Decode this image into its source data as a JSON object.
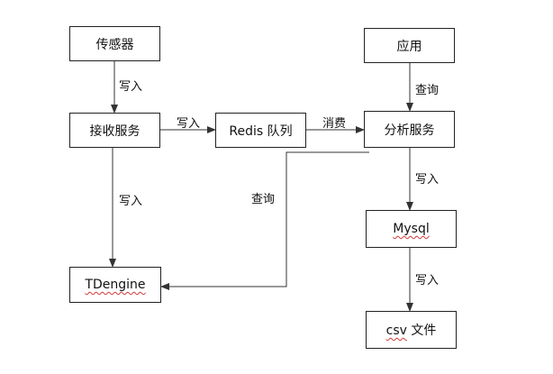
{
  "nodes": {
    "sensor": "传感器",
    "receiver": "接收服务",
    "redis": "Redis 队列",
    "analysis": "分析服务",
    "application": "应用",
    "mysql": "Mysql",
    "tdengine": "TDengine",
    "csv": {
      "prefix": "csv",
      "suffix": " 文件"
    }
  },
  "edges": {
    "sensor_to_receiver": "写入",
    "receiver_to_redis": "写入",
    "redis_to_analysis": "消费",
    "application_to_analysis": "查询",
    "receiver_to_tdengine": "写入",
    "application_to_tdengine": "查询",
    "analysis_to_mysql": "写入",
    "mysql_to_csv": "写入"
  },
  "colors": {
    "line": "#333333",
    "border": "#222222",
    "spellcheck": "#d23a3a"
  }
}
